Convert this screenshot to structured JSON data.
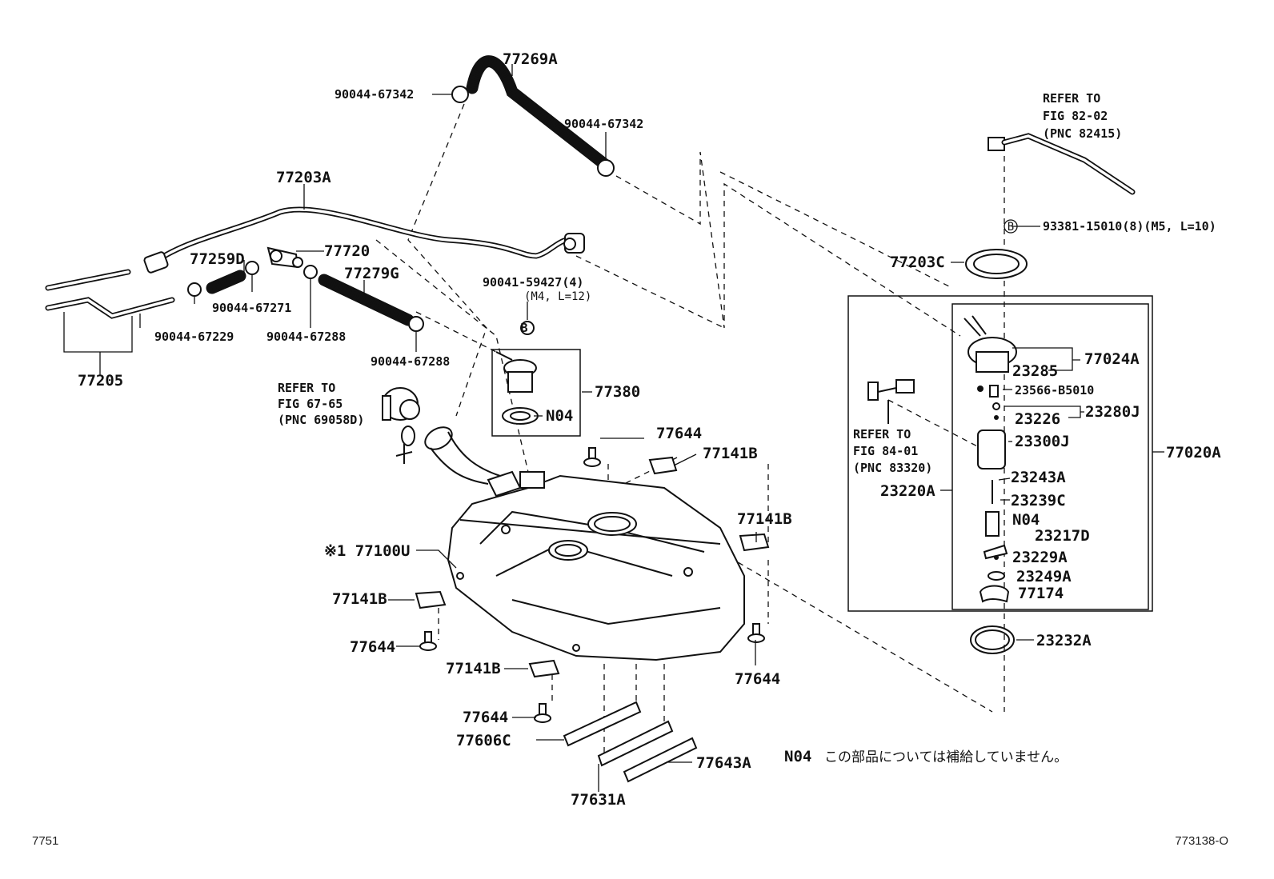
{
  "parts": {
    "p77269A": "77269A",
    "p9004467342a": "90044-67342",
    "p9004467342b": "90044-67342",
    "p77203A": "77203A",
    "p77720": "77720",
    "p77259D": "77259D",
    "p77279G": "77279G",
    "p9004467271": "90044-67271",
    "p9004467229": "90044-67229",
    "p9004467288a": "90044-67288",
    "p9004467288b": "90044-67288",
    "p77205": "77205",
    "p9004159427": "90041-59427(4)",
    "p9004159427spec": "(M4, L=12)",
    "p77380": "77380",
    "pN04a": "N04",
    "p77644a": "77644",
    "p77141Ba": "77141B",
    "p77141Bb": "77141B",
    "p77141Bc": "77141B",
    "p77141Bd": "77141B",
    "p77100U": "※1 77100U",
    "p77644b": "77644",
    "p77644c": "77644",
    "p77644d": "77644",
    "p77606C": "77606C",
    "p77643A": "77643A",
    "p77631A": "77631A",
    "p9338115010": "93381-15010(8)(M5, L=10)",
    "p77203C": "77203C",
    "p77024A": "77024A",
    "p23285": "23285",
    "p23566B5010": "23566-B5010",
    "p23226": "23226",
    "p23280J": "23280J",
    "p23300J": "23300J",
    "p23243A": "23243A",
    "p23239C": "23239C",
    "pN04b": "N04",
    "p23217D": "23217D",
    "p23229A": "23229A",
    "p23249A": "23249A",
    "p77174": "77174",
    "p23232A": "23232A",
    "p23220A": "23220A",
    "p77020A": "77020A",
    "callout_b": "B"
  },
  "refs": {
    "fig6765": [
      "REFER TO",
      "FIG 67-65",
      "(PNC 69058D)"
    ],
    "fig8202": [
      "REFER TO",
      "FIG 82-02",
      "(PNC 82415)"
    ],
    "fig8401": [
      "REFER TO",
      "FIG 84-01",
      "(PNC 83320)"
    ]
  },
  "note": {
    "code": "N04",
    "text": "この部品については補給していません。"
  },
  "footer": {
    "left": "7751",
    "right": "773138-O"
  }
}
